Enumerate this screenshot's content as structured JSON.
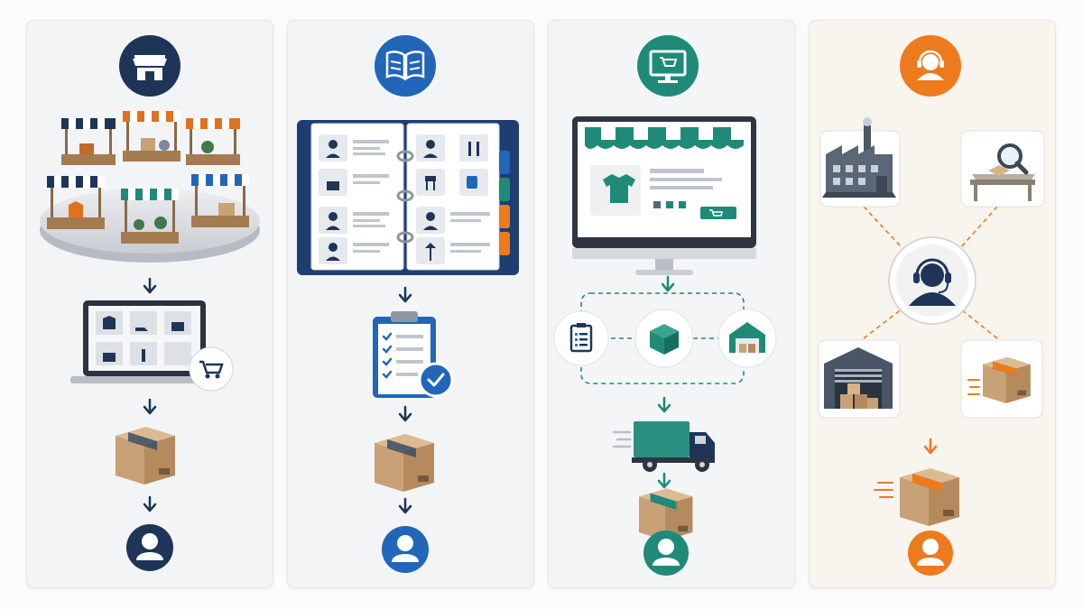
{
  "colors": {
    "navy": "#1e3557",
    "blue": "#2166b8",
    "teal": "#1f8a78",
    "orange": "#ee7a1e",
    "cardboard": "#c8a177",
    "panel_background": "#f2f4f6"
  },
  "panels": [
    {
      "id": "marketplace",
      "accent": "#1e3557",
      "header_icon": "storefront-icon",
      "steps": [
        "market-stalls-illustration",
        "laptop-catalog-with-cart-illustration",
        "package-box-icon",
        "customer-avatar-icon"
      ]
    },
    {
      "id": "catalog",
      "accent": "#2166b8",
      "header_icon": "open-book-icon",
      "steps": [
        "open-binder-catalog-illustration",
        "checklist-clipboard-icon",
        "package-box-icon",
        "customer-avatar-icon"
      ]
    },
    {
      "id": "ecommerce",
      "accent": "#1f8a78",
      "header_icon": "computer-cart-icon",
      "steps": [
        "online-store-monitor-illustration",
        "checklist-icon",
        "package-icon",
        "warehouse-icon",
        "delivery-truck-icon",
        "package-box-icon",
        "customer-avatar-icon"
      ]
    },
    {
      "id": "dropshipping",
      "accent": "#ee7a1e",
      "header_icon": "headset-agent-icon",
      "steps": [
        "factory-icon",
        "inspection-magnifier-icon",
        "headset-agent-hub-icon",
        "warehouse-icon",
        "moving-package-icon",
        "package-box-icon",
        "customer-avatar-icon"
      ]
    }
  ]
}
